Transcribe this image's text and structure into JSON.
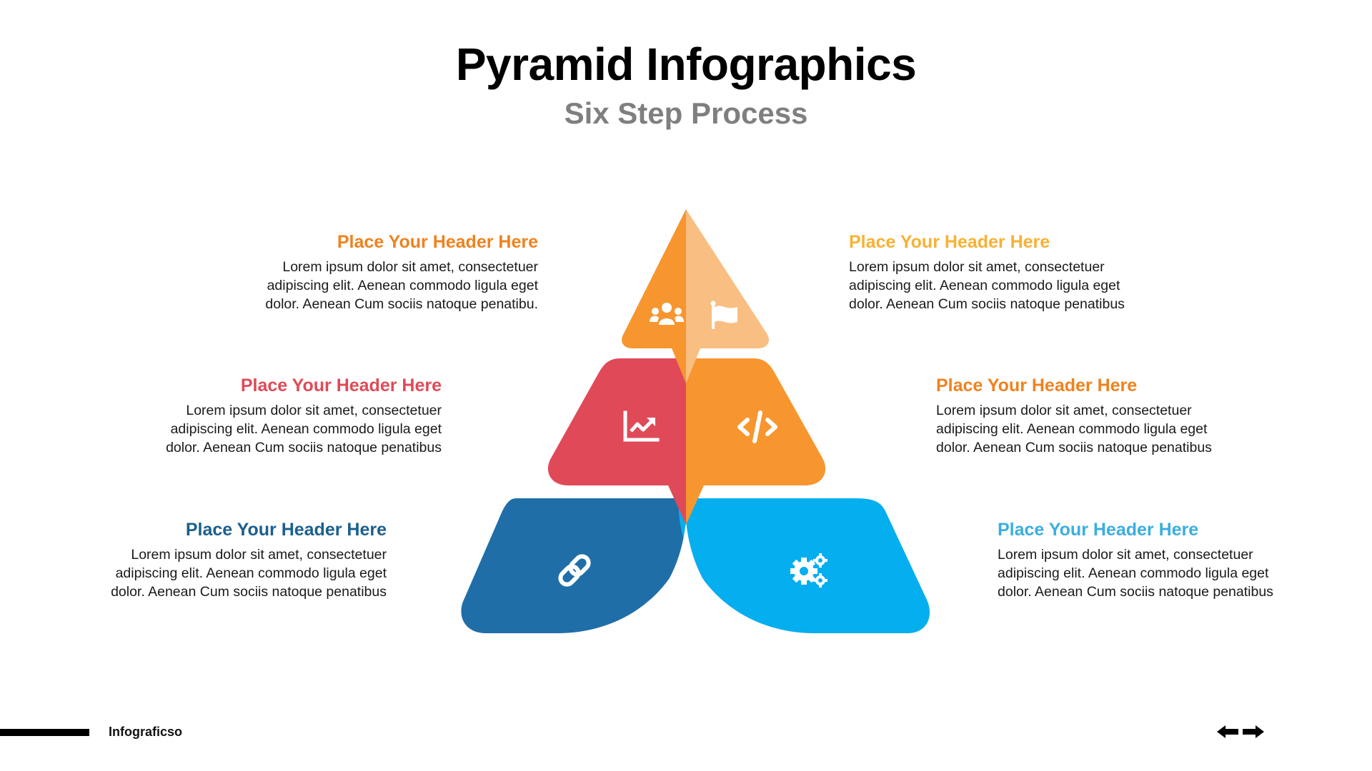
{
  "header": {
    "title": "Pyramid Infographics",
    "subtitle": "Six Step Process"
  },
  "colors": {
    "orange": "#F7962F",
    "light_orange": "#F9BE81",
    "red": "#E04A58",
    "dark_blue": "#1F6EA8",
    "light_blue": "#05AEEF",
    "yellow": "#F8B133",
    "subtitle_gray": "#7F7F7F"
  },
  "steps": [
    {
      "position": "top-left",
      "header": "Place Your Header Here",
      "color": "#F0821E",
      "lines": [
        "Lorem ipsum dolor sit amet, consectetuer",
        "adipiscing elit. Aenean commodo ligula eget",
        "dolor. Aenean Cum sociis natoque penatibu."
      ],
      "icon": "users-icon"
    },
    {
      "position": "top-right",
      "header": "Place Your Header Here",
      "color": "#F8B133",
      "lines": [
        "Lorem ipsum dolor sit amet, consectetuer",
        "adipiscing elit. Aenean commodo ligula eget",
        "dolor. Aenean Cum sociis natoque penatibus"
      ],
      "icon": "flag-icon"
    },
    {
      "position": "middle-left",
      "header": "Place Your Header Here",
      "color": "#E04A58",
      "lines": [
        "Lorem ipsum dolor sit amet, consectetuer",
        "adipiscing elit. Aenean commodo ligula eget",
        "dolor. Aenean Cum sociis natoque penatibus"
      ],
      "icon": "chart-line-icon"
    },
    {
      "position": "middle-right",
      "header": "Place Your Header Here",
      "color": "#F0821E",
      "lines": [
        "Lorem ipsum dolor sit amet, consectetuer",
        "adipiscing elit. Aenean commodo ligula eget",
        "dolor. Aenean Cum sociis natoque penatibus"
      ],
      "icon": "code-icon"
    },
    {
      "position": "bottom-left",
      "header": "Place Your Header Here",
      "color": "#1B5F8E",
      "lines": [
        "Lorem ipsum dolor sit amet, consectetuer",
        "adipiscing elit. Aenean commodo ligula eget",
        "dolor. Aenean Cum sociis natoque penatibus"
      ],
      "icon": "link-icon"
    },
    {
      "position": "bottom-right",
      "header": "Place Your Header Here",
      "color": "#3AAEE0",
      "lines": [
        "Lorem ipsum dolor sit amet, consectetuer",
        "adipiscing elit. Aenean commodo ligula eget",
        "dolor. Aenean Cum sociis natoque penatibus"
      ],
      "icon": "gears-icon"
    }
  ],
  "footer": {
    "brand": "Infograficso",
    "prev_icon": "arrow-left-icon",
    "next_icon": "arrow-right-icon"
  }
}
